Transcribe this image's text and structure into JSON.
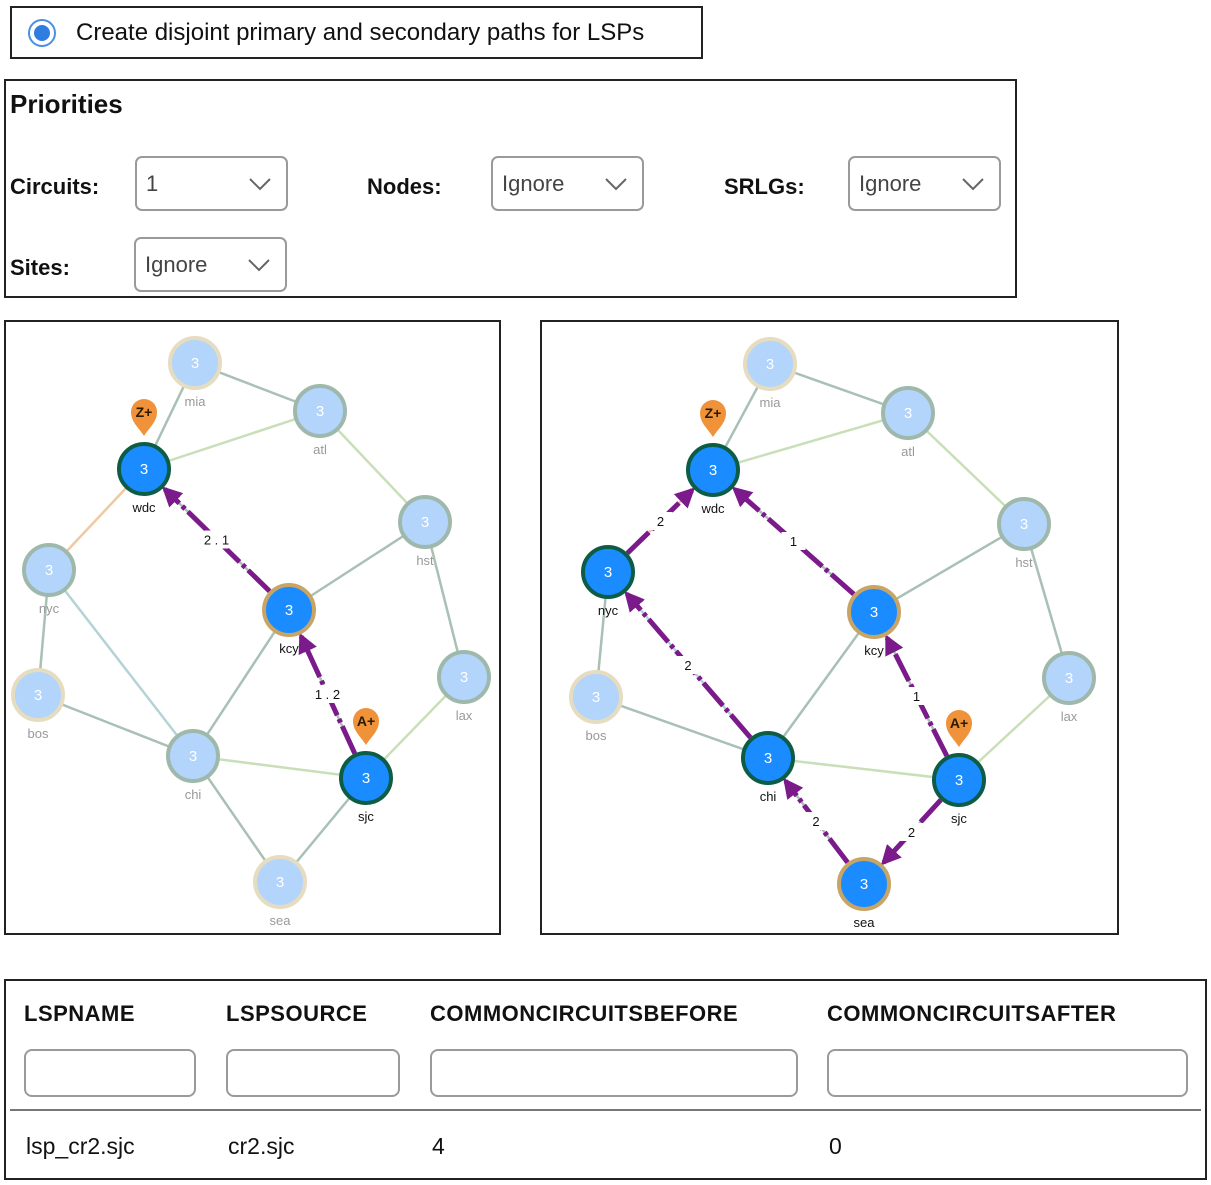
{
  "option": {
    "label": "Create disjoint primary and secondary paths for LSPs",
    "checked": true
  },
  "priorities": {
    "title": "Priorities",
    "circuits": {
      "label": "Circuits:",
      "value": "1"
    },
    "nodes": {
      "label": "Nodes:",
      "value": "Ignore"
    },
    "srlgs": {
      "label": "SRLGs:",
      "value": "Ignore"
    },
    "sites": {
      "label": "Sites:",
      "value": "Ignore"
    }
  },
  "colors": {
    "node_active": "#1a8cff",
    "node_inactive": "#b3d4fb",
    "ring_dark_green": "#0d5c46",
    "ring_tan": "#c8a565",
    "ring_gray_green": "#9fb8ac",
    "ring_beige": "#e6dcc0",
    "path_purple": "#7b1a8a",
    "marker_orange": "#f0923a"
  },
  "graph_before": {
    "nodes": [
      {
        "id": "mia",
        "value": "3",
        "label": "mia",
        "active": false,
        "ring": "beige"
      },
      {
        "id": "atl",
        "value": "3",
        "label": "atl",
        "active": false,
        "ring": "graygreen"
      },
      {
        "id": "wdc",
        "value": "3",
        "label": "wdc",
        "active": true,
        "ring": "darkgreen",
        "marker": "Z+"
      },
      {
        "id": "hst",
        "value": "3",
        "label": "hst",
        "active": false,
        "ring": "graygreen"
      },
      {
        "id": "nyc",
        "value": "3",
        "label": "nyc",
        "active": false,
        "ring": "graygreen"
      },
      {
        "id": "kcy",
        "value": "3",
        "label": "kcy",
        "active": true,
        "ring": "tan"
      },
      {
        "id": "lax",
        "value": "3",
        "label": "lax",
        "active": false,
        "ring": "graygreen"
      },
      {
        "id": "bos",
        "value": "3",
        "label": "bos",
        "active": false,
        "ring": "beige"
      },
      {
        "id": "chi",
        "value": "3",
        "label": "chi",
        "active": false,
        "ring": "graygreen"
      },
      {
        "id": "sjc",
        "value": "3",
        "label": "sjc",
        "active": true,
        "ring": "darkgreen",
        "marker": "A+"
      },
      {
        "id": "sea",
        "value": "3",
        "label": "sea",
        "active": false,
        "ring": "beige"
      }
    ],
    "paths": [
      {
        "from": "sjc",
        "to": "kcy",
        "label": "1 . 2"
      },
      {
        "from": "kcy",
        "to": "wdc",
        "label": "2 . 1"
      }
    ]
  },
  "graph_after": {
    "nodes": [
      {
        "id": "mia",
        "value": "3",
        "label": "mia",
        "active": false,
        "ring": "beige"
      },
      {
        "id": "atl",
        "value": "3",
        "label": "atl",
        "active": false,
        "ring": "graygreen"
      },
      {
        "id": "wdc",
        "value": "3",
        "label": "wdc",
        "active": true,
        "ring": "darkgreen",
        "marker": "Z+"
      },
      {
        "id": "hst",
        "value": "3",
        "label": "hst",
        "active": false,
        "ring": "graygreen"
      },
      {
        "id": "nyc",
        "value": "3",
        "label": "nyc",
        "active": true,
        "ring": "darkgreen"
      },
      {
        "id": "kcy",
        "value": "3",
        "label": "kcy",
        "active": true,
        "ring": "tan"
      },
      {
        "id": "lax",
        "value": "3",
        "label": "lax",
        "active": false,
        "ring": "graygreen"
      },
      {
        "id": "bos",
        "value": "3",
        "label": "bos",
        "active": false,
        "ring": "beige"
      },
      {
        "id": "chi",
        "value": "3",
        "label": "chi",
        "active": true,
        "ring": "darkgreen"
      },
      {
        "id": "sjc",
        "value": "3",
        "label": "sjc",
        "active": true,
        "ring": "darkgreen",
        "marker": "A+"
      },
      {
        "id": "sea",
        "value": "3",
        "label": "sea",
        "active": true,
        "ring": "tan"
      }
    ],
    "paths": [
      {
        "from": "sjc",
        "to": "kcy",
        "label": "1"
      },
      {
        "from": "kcy",
        "to": "wdc",
        "label": "1"
      },
      {
        "from": "sjc",
        "to": "sea",
        "label": "2"
      },
      {
        "from": "sea",
        "to": "chi",
        "label": "2"
      },
      {
        "from": "chi",
        "to": "nyc",
        "label": "2"
      },
      {
        "from": "nyc",
        "to": "wdc",
        "label": "2"
      }
    ]
  },
  "table": {
    "headers": [
      "LSPNAME",
      "LSPSOURCE",
      "COMMONCIRCUITSBEFORE",
      "COMMONCIRCUITSAFTER"
    ],
    "rows": [
      [
        "lsp_cr2.sjc",
        "cr2.sjc",
        "4",
        "0"
      ]
    ]
  }
}
